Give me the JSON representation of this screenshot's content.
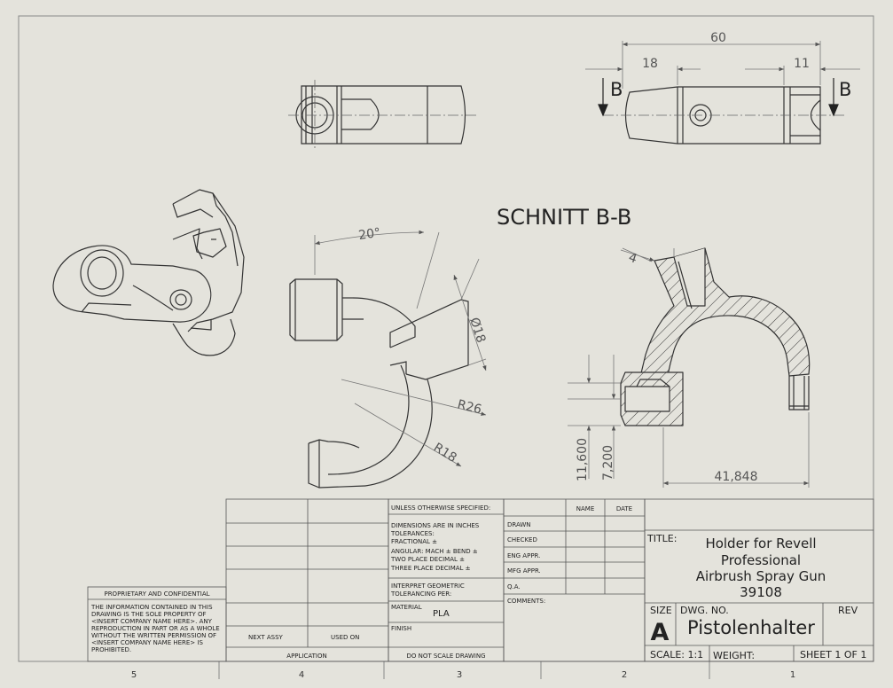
{
  "section_label": "SCHNITT B-B",
  "cut_letter": "B",
  "dimensions": {
    "top_overall": "60",
    "top_left": "18",
    "top_right": "11",
    "angle": "20°",
    "dia": "Ø18",
    "r_outer": "R26",
    "r_inner": "R18",
    "small": "4",
    "h_total": "11,600",
    "h_mid": "7,200",
    "width_bottom": "41,848"
  },
  "zones": [
    "5",
    "4",
    "3",
    "2",
    "1"
  ],
  "title_block": {
    "proprietary_heading": "PROPRIETARY AND CONFIDENTIAL",
    "proprietary_lines": [
      "THE INFORMATION CONTAINED IN THIS",
      "DRAWING IS THE SOLE PROPERTY OF",
      "<INSERT COMPANY NAME HERE>. ANY",
      "REPRODUCTION IN PART OR AS A WHOLE",
      "WITHOUT THE WRITTEN PERMISSION OF",
      "<INSERT COMPANY NAME HERE> IS",
      "PROHIBITED."
    ],
    "next_assy": "NEXT ASSY",
    "used_on": "USED ON",
    "application": "APPLICATION",
    "unless": "UNLESS OTHERWISE SPECIFIED:",
    "dim_lines": [
      "DIMENSIONS ARE IN INCHES",
      "TOLERANCES:",
      "FRACTIONAL ±",
      "ANGULAR: MACH ±    BEND ±",
      "TWO PLACE DECIMAL    ±",
      "THREE PLACE DECIMAL   ±"
    ],
    "interpret_lines": [
      "INTERPRET GEOMETRIC",
      "TOLERANCING PER:"
    ],
    "material_label": "MATERIAL",
    "material_value": "PLA",
    "finish_label": "FINISH",
    "do_not_scale": "DO NOT SCALE DRAWING",
    "name_header": "NAME",
    "date_header": "DATE",
    "approvals": [
      "DRAWN",
      "CHECKED",
      "ENG APPR.",
      "MFG APPR.",
      "Q.A.",
      "COMMENTS:"
    ],
    "title_label": "TITLE:",
    "title_lines": [
      "Holder for Revell",
      "Professional",
      "Airbrush Spray Gun",
      "39108"
    ],
    "size_label": "SIZE",
    "size_value": "A",
    "dwg_label": "DWG.  NO.",
    "dwg_value": "Pistolenhalter",
    "rev_label": "REV",
    "scale": "SCALE: 1:1",
    "weight": "WEIGHT:",
    "sheet": "SHEET 1 OF 1"
  },
  "colors": {
    "background": "#e4e3dc",
    "line": "#2a2a2a",
    "dimension": "#7a7a7a"
  }
}
